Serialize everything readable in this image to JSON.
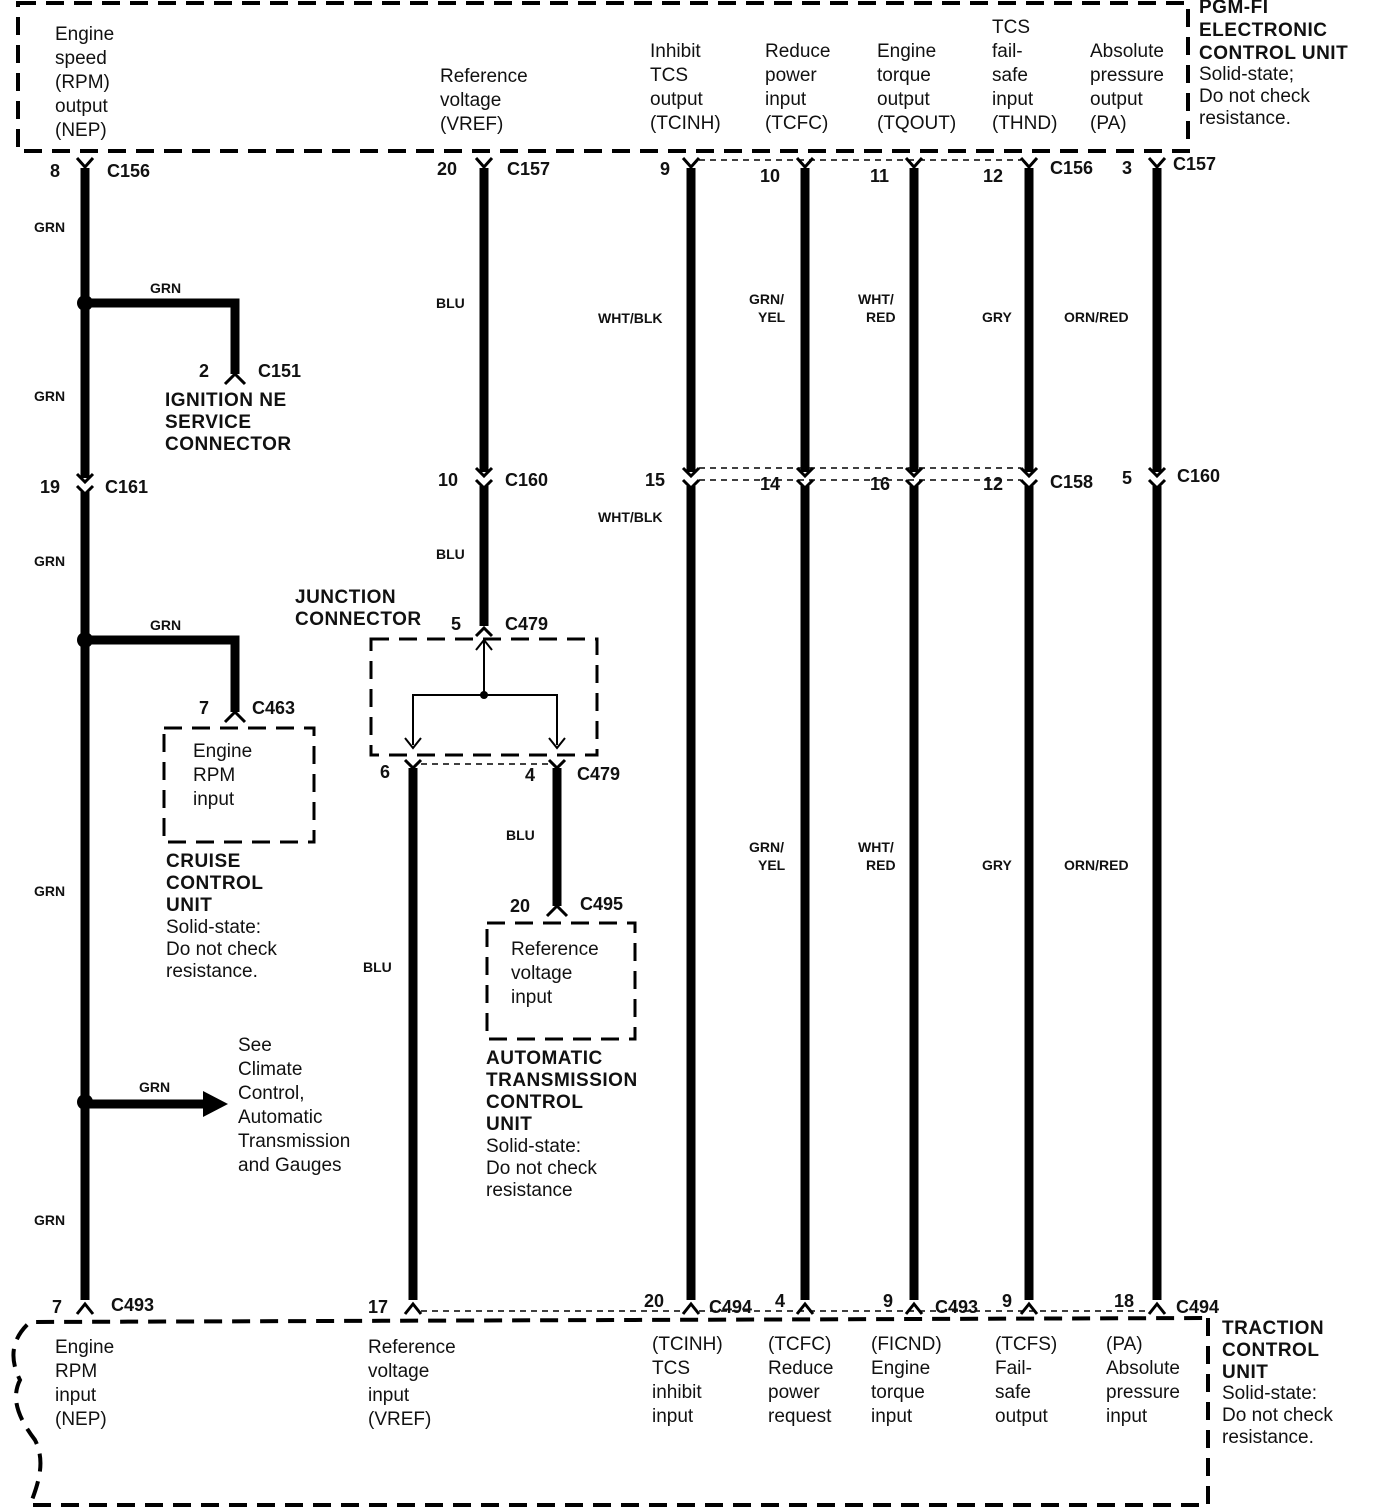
{
  "pgmfi": {
    "title": [
      "PGM-FI",
      "ELECTRONIC",
      "CONTROL UNIT"
    ],
    "note": [
      "Solid-state;",
      "Do not check",
      "resistance."
    ],
    "pins": {
      "nep": [
        "Engine",
        "speed",
        "(RPM)",
        "output",
        "(NEP)"
      ],
      "vref": [
        "Reference",
        "voltage",
        "(VREF)"
      ],
      "tcinh": [
        "Inhibit",
        "TCS",
        "output",
        "(TCINH)"
      ],
      "tcfc": [
        "Reduce",
        "power",
        "input",
        "(TCFC)"
      ],
      "tqout": [
        "Engine",
        "torque",
        "output",
        "(TQOUT)"
      ],
      "thnd": [
        "TCS",
        "fail-",
        "safe",
        "input",
        "(THND)"
      ],
      "pa": [
        "Absolute",
        "pressure",
        "output",
        "(PA)"
      ]
    }
  },
  "tcu": {
    "title": [
      "TRACTION",
      "CONTROL",
      "UNIT"
    ],
    "note": [
      "Solid-state:",
      "Do not check",
      "resistance."
    ],
    "pins": {
      "nep": [
        "Engine",
        "RPM",
        "input",
        "(NEP)"
      ],
      "vref": [
        "Reference",
        "voltage",
        "input",
        "(VREF)"
      ],
      "tcinh": [
        "(TCINH)",
        "TCS",
        "inhibit",
        "input"
      ],
      "tcfc": [
        "(TCFC)",
        "Reduce",
        "power",
        "request"
      ],
      "ficnd": [
        "(FICND)",
        "Engine",
        "torque",
        "input"
      ],
      "tcfs": [
        "(TCFS)",
        "Fail-",
        "safe",
        "output"
      ],
      "pa": [
        "(PA)",
        "Absolute",
        "pressure",
        "input"
      ]
    }
  },
  "connectors": {
    "top": [
      {
        "pin": "8",
        "conn": "C156"
      },
      {
        "pin": "20",
        "conn": "C157"
      },
      {
        "pin": "9",
        "conn": ""
      },
      {
        "pin": "10",
        "conn": ""
      },
      {
        "pin": "11",
        "conn": ""
      },
      {
        "pin": "12",
        "conn": "C156"
      },
      {
        "pin": "3",
        "conn": "C157"
      }
    ],
    "mid": [
      {
        "pin": "19",
        "conn": "C161"
      },
      {
        "pin": "10",
        "conn": "C160"
      },
      {
        "pin": "15",
        "conn": ""
      },
      {
        "pin": "14",
        "conn": ""
      },
      {
        "pin": "16",
        "conn": ""
      },
      {
        "pin": "12",
        "conn": "C158"
      },
      {
        "pin": "5",
        "conn": "C160"
      }
    ],
    "bottom": [
      {
        "pin": "7",
        "conn": "C493"
      },
      {
        "pin": "17",
        "conn": ""
      },
      {
        "pin": "20",
        "conn": "C494"
      },
      {
        "pin": "4",
        "conn": ""
      },
      {
        "pin": "9",
        "conn": "C493"
      },
      {
        "pin": "9",
        "conn": ""
      },
      {
        "pin": "18",
        "conn": "C494"
      }
    ],
    "c151": {
      "pin": "2",
      "conn": "C151"
    },
    "c463": {
      "pin": "7",
      "conn": "C463"
    },
    "c479_in": {
      "pin": "5",
      "conn": "C479"
    },
    "c479_out_a": {
      "pin": "6",
      "conn": ""
    },
    "c479_out_b": {
      "pin": "4",
      "conn": "C479"
    },
    "c495": {
      "pin": "20",
      "conn": "C495"
    }
  },
  "wires": {
    "grn": "GRN",
    "blu": "BLU",
    "wht_blk": "WHT/BLK",
    "grn_yel": [
      "GRN/",
      "YEL"
    ],
    "wht_red": [
      "WHT/",
      "RED"
    ],
    "gry": "GRY",
    "orn_red": "ORN/RED"
  },
  "ignition_connector": [
    "IGNITION NE",
    "SERVICE",
    "CONNECTOR"
  ],
  "junction_connector": [
    "JUNCTION",
    "CONNECTOR"
  ],
  "cruise": {
    "box": [
      "Engine",
      "RPM",
      "input"
    ],
    "title": [
      "CRUISE",
      "CONTROL",
      "UNIT"
    ],
    "note": [
      "Solid-state:",
      "Do not check",
      "resistance."
    ]
  },
  "atcu": {
    "box": [
      "Reference",
      "voltage",
      "input"
    ],
    "title": [
      "AUTOMATIC",
      "TRANSMISSION",
      "CONTROL",
      "UNIT"
    ],
    "note": [
      "Solid-state:",
      "Do not check",
      "resistance"
    ]
  },
  "see_note": [
    "See",
    "Climate",
    "Control,",
    "Automatic",
    "Transmission",
    "and Gauges"
  ]
}
